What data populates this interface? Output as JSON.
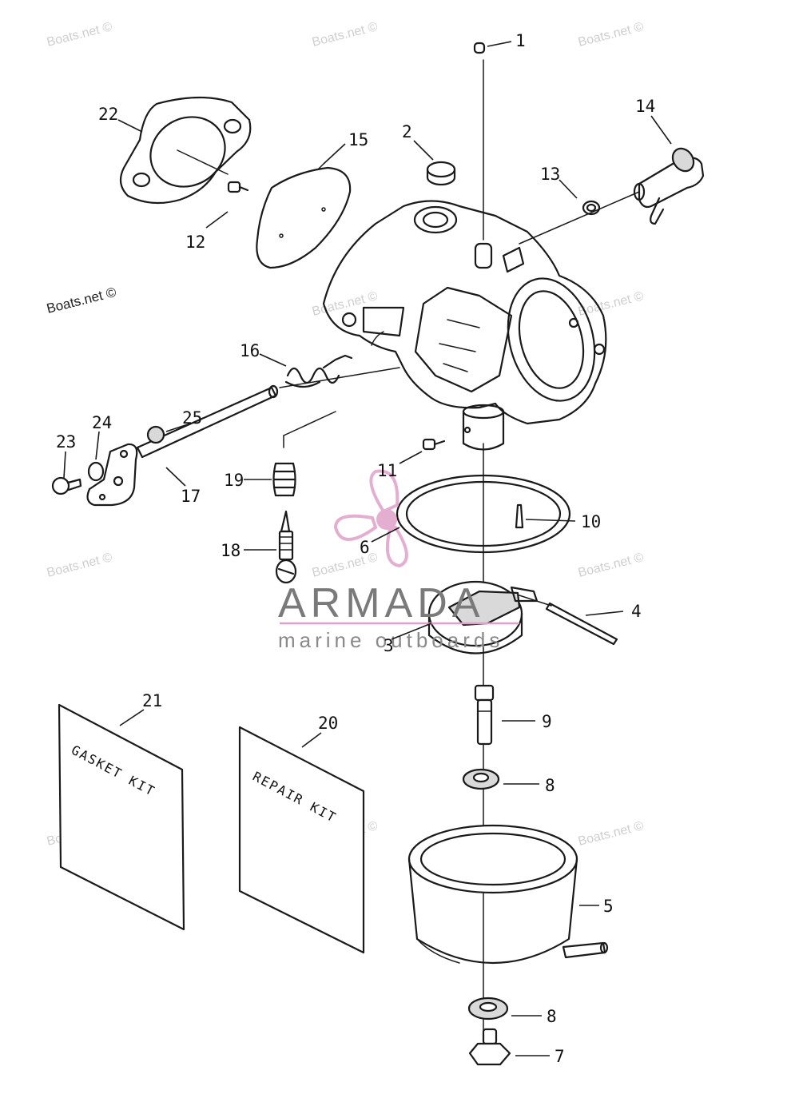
{
  "watermark": "Boats.net ©",
  "brand": {
    "name": "ARMADA",
    "tagline": "marine outboards",
    "color": "#e0a0c8"
  },
  "kits": {
    "gasket": "GASKET KIT",
    "repair": "REPAIR KIT"
  },
  "callouts": {
    "c1": "1",
    "c2": "2",
    "c3": "3",
    "c4": "4",
    "c5": "5",
    "c6": "6",
    "c7": "7",
    "c8a": "8",
    "c8b": "8",
    "c9": "9",
    "c10": "10",
    "c11": "11",
    "c12": "12",
    "c13": "13",
    "c14": "14",
    "c15": "15",
    "c16": "16",
    "c17": "17",
    "c18": "18",
    "c19": "19",
    "c20": "20",
    "c21": "21",
    "c22": "22",
    "c23": "23",
    "c24": "24",
    "c25": "25"
  }
}
